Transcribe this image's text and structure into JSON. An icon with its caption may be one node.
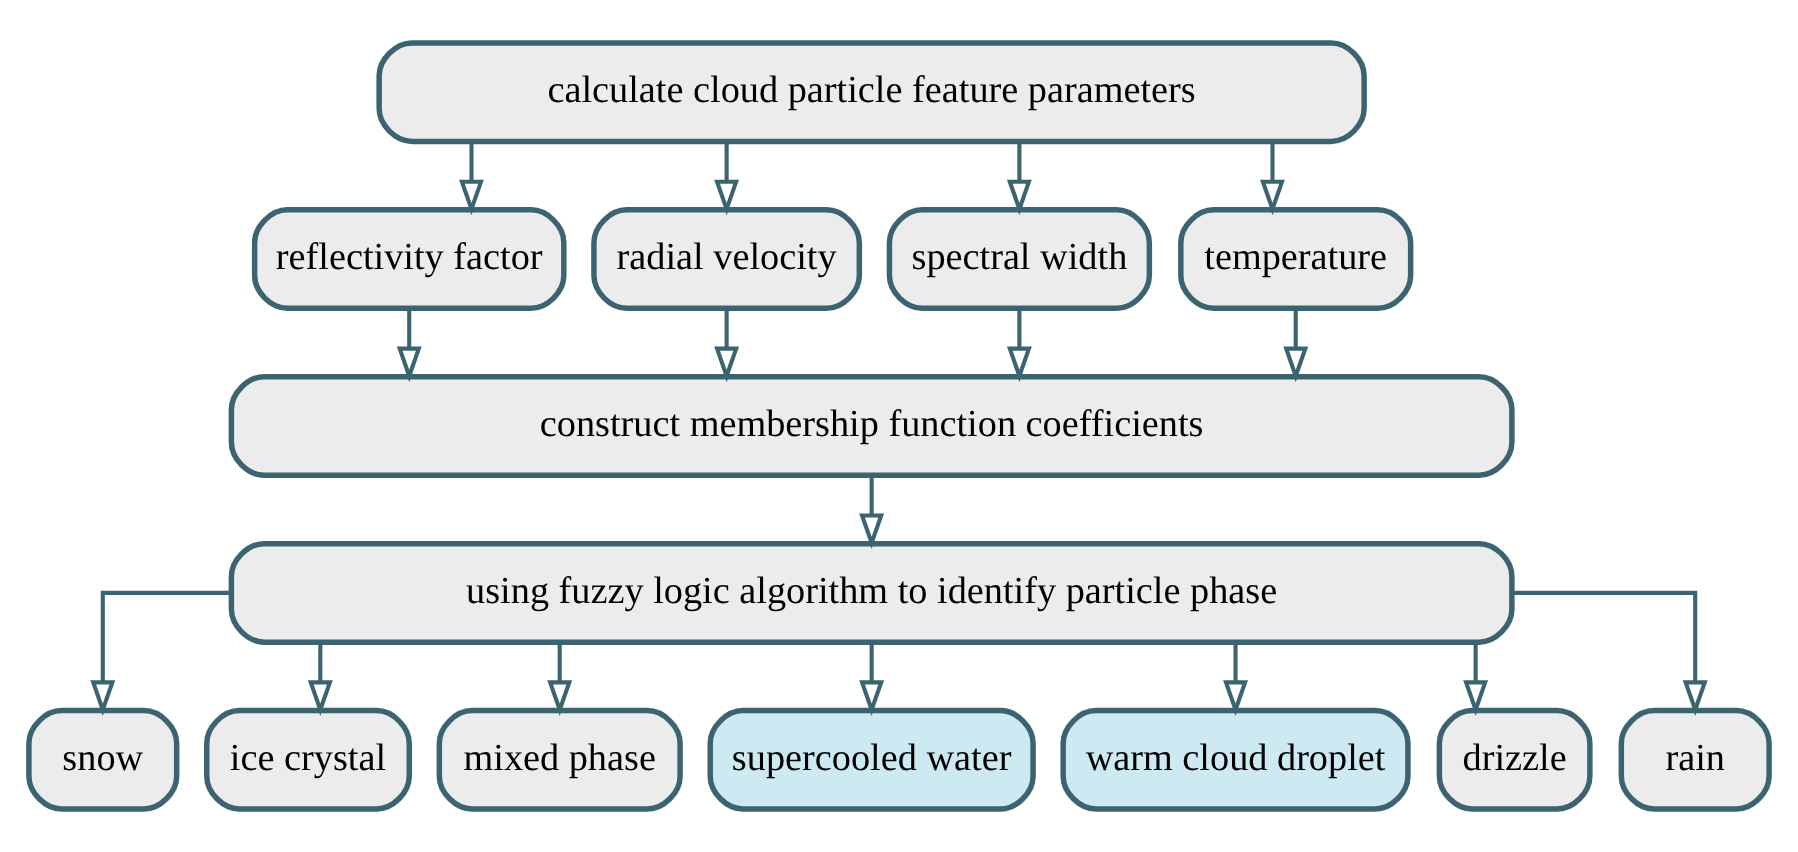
{
  "diagram": {
    "nodes": [
      {
        "text": [
          "calculate cloud particle feature parameters"
        ]
      },
      {
        "text": [
          "reflectivity factor"
        ]
      },
      {
        "text": [
          "radial velocity"
        ]
      },
      {
        "text": [
          "spectral width"
        ]
      },
      {
        "text": [
          "temperature"
        ]
      },
      {
        "text": [
          "construct membership function coefficients"
        ]
      },
      {
        "text": [
          "using fuzzy logic algorithm to identify particle phase"
        ]
      },
      {
        "text": [
          "snow"
        ]
      },
      {
        "text": [
          "ice crystal"
        ]
      },
      {
        "text": [
          "mixed phase"
        ]
      },
      {
        "text": [
          "supercooled water"
        ]
      },
      {
        "text": [
          "warm cloud droplet"
        ]
      },
      {
        "text": [
          "drizzle"
        ]
      },
      {
        "text": [
          "rain"
        ]
      }
    ],
    "edges": [
      {
        "from": 0,
        "to": 1,
        "arrow": "to"
      },
      {
        "from": 0,
        "to": 2,
        "arrow": "to"
      },
      {
        "from": 0,
        "to": 3,
        "arrow": "to"
      },
      {
        "from": 0,
        "to": 4,
        "arrow": "to"
      },
      {
        "from": 1,
        "to": 5,
        "arrow": "to"
      },
      {
        "from": 2,
        "to": 5,
        "arrow": "to"
      },
      {
        "from": 3,
        "to": 5,
        "arrow": "to"
      },
      {
        "from": 4,
        "to": 5,
        "arrow": "to"
      },
      {
        "from": 5,
        "to": 6,
        "arrow": "to"
      },
      {
        "from": 6,
        "to": 7,
        "arrow": "to"
      },
      {
        "from": 6,
        "to": 8,
        "arrow": "to"
      },
      {
        "from": 6,
        "to": 9,
        "arrow": "to"
      },
      {
        "from": 6,
        "to": 10,
        "arrow": "to"
      },
      {
        "from": 6,
        "to": 11,
        "arrow": "to"
      },
      {
        "from": 6,
        "to": 12,
        "arrow": "to"
      },
      {
        "from": 6,
        "to": 13,
        "arrow": "to"
      }
    ]
  }
}
